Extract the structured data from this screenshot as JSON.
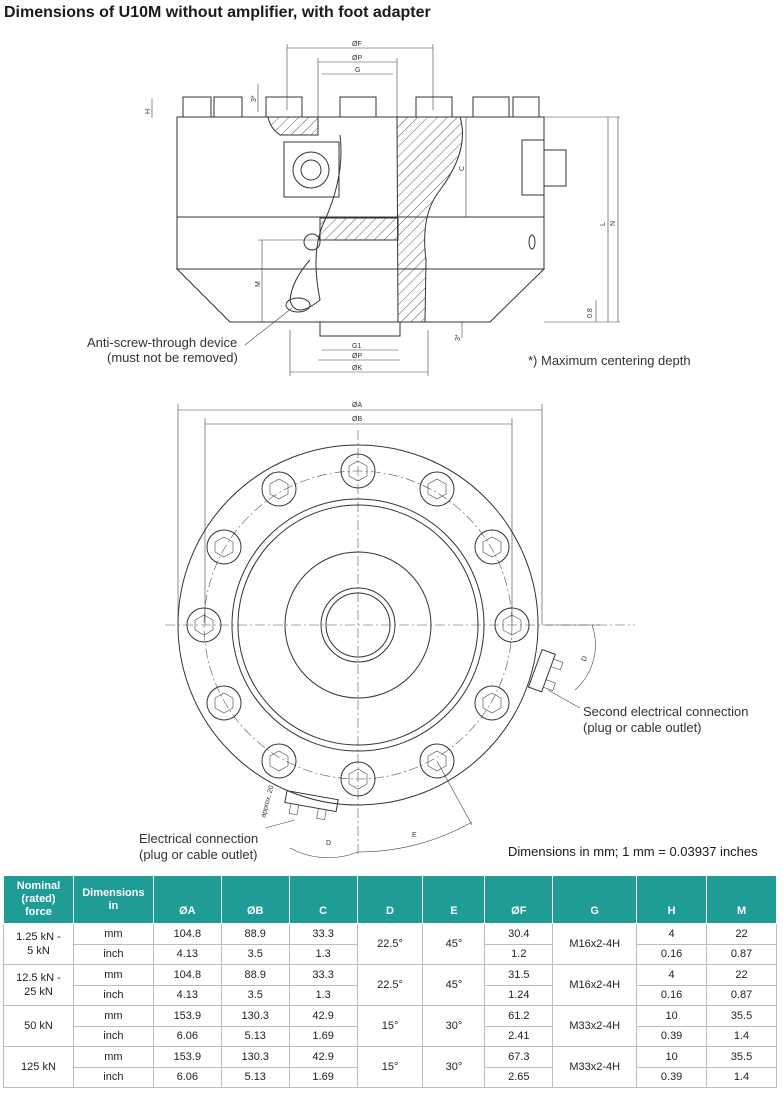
{
  "title": "Dimensions of U10M without amplifier, with foot adapter",
  "top_view_labels": {
    "dia_F": "ØF",
    "dia_P_top": "ØP",
    "G": "G",
    "H": "H",
    "three_star_top": "3*",
    "C": "C",
    "L": "L",
    "N": "N",
    "M": "M",
    "zero_eight": "0.8",
    "three_star_bottom": "3*",
    "G1": "G1",
    "dia_P_bottom": "ØP",
    "dia_K": "ØK"
  },
  "plan_view_labels": {
    "dia_A": "ØA",
    "dia_B": "ØB",
    "D_right": "D",
    "E": "E",
    "D_bottom": "D",
    "approx": "approx. 20"
  },
  "notes": {
    "anti_screw": [
      "Anti-screw-through device",
      "(must not be removed)"
    ],
    "max_centering": "*) Maximum centering depth",
    "second_connection": [
      "Second electrical connection",
      "(plug or cable outlet)"
    ],
    "electrical_connection": [
      "Electrical connection",
      "(plug or cable outlet)"
    ],
    "units": "Dimensions in mm; 1 mm = 0.03937 inches"
  },
  "table": {
    "headers": [
      "Nominal (rated) force",
      "Dimensions in",
      "ØA",
      "ØB",
      "C",
      "D",
      "E",
      "ØF",
      "G",
      "H",
      "M"
    ],
    "header_lines": {
      "force": [
        "Nominal",
        "(rated)",
        "force"
      ],
      "dims": [
        "Dimensions",
        "in"
      ]
    },
    "groups": [
      {
        "force_lines": [
          "1.25 kN -",
          "5 kN"
        ],
        "D": "22.5°",
        "E": "45°",
        "G": "M16x2-4H",
        "rows": [
          {
            "unit": "mm",
            "A": "104.8",
            "B": "88.9",
            "C": "33.3",
            "F": "30.4",
            "H": "4",
            "M": "22"
          },
          {
            "unit": "inch",
            "A": "4.13",
            "B": "3.5",
            "C": "1.3",
            "F": "1.2",
            "H": "0.16",
            "M": "0.87"
          }
        ]
      },
      {
        "force_lines": [
          "12.5 kN -",
          "25 kN"
        ],
        "D": "22.5°",
        "E": "45°",
        "G": "M16x2-4H",
        "rows": [
          {
            "unit": "mm",
            "A": "104.8",
            "B": "88.9",
            "C": "33.3",
            "F": "31.5",
            "H": "4",
            "M": "22"
          },
          {
            "unit": "inch",
            "A": "4.13",
            "B": "3.5",
            "C": "1.3",
            "F": "1.24",
            "H": "0.16",
            "M": "0.87"
          }
        ]
      },
      {
        "force_lines": [
          "50 kN"
        ],
        "D": "15°",
        "E": "30°",
        "G": "M33x2-4H",
        "rows": [
          {
            "unit": "mm",
            "A": "153.9",
            "B": "130.3",
            "C": "42.9",
            "F": "61.2",
            "H": "10",
            "M": "35.5"
          },
          {
            "unit": "inch",
            "A": "6.06",
            "B": "5.13",
            "C": "1.69",
            "F": "2.41",
            "H": "0.39",
            "M": "1.4"
          }
        ]
      },
      {
        "force_lines": [
          "125 kN"
        ],
        "D": "15°",
        "E": "30°",
        "G": "M33x2-4H",
        "rows": [
          {
            "unit": "mm",
            "A": "153.9",
            "B": "130.3",
            "C": "42.9",
            "F": "67.3",
            "H": "10",
            "M": "35.5"
          },
          {
            "unit": "inch",
            "A": "6.06",
            "B": "5.13",
            "C": "1.69",
            "F": "2.65",
            "H": "0.39",
            "M": "1.4"
          }
        ]
      }
    ]
  },
  "colors": {
    "header_bg": "#1f9c96",
    "line": "#333333"
  }
}
